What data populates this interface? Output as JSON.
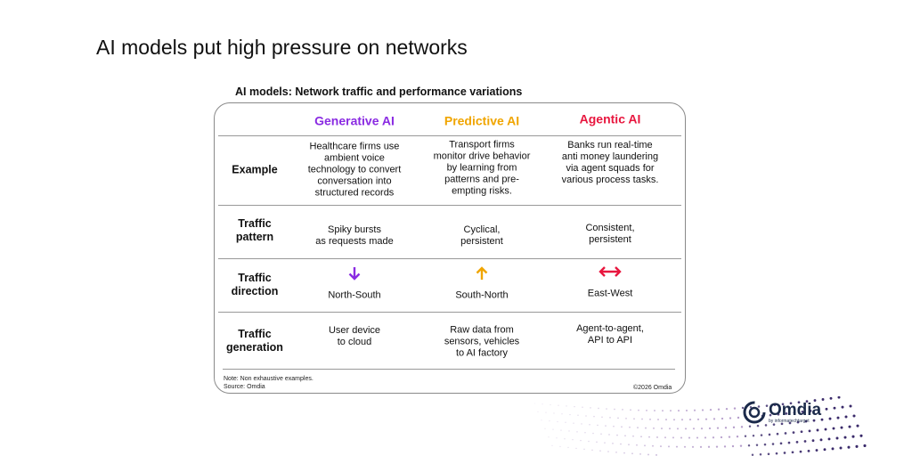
{
  "slide_title": "AI models put high pressure on networks",
  "table": {
    "title": "AI models: Network traffic and performance variations",
    "columns": [
      {
        "label": "Generative AI",
        "color": "#8a2be2"
      },
      {
        "label": "Predictive AI",
        "color": "#f0a500"
      },
      {
        "label": "Agentic AI",
        "color": "#e8173f"
      }
    ],
    "rows": [
      {
        "label": "Example",
        "cells": [
          "Healthcare firms use\nambient voice\ntechnology to convert\nconversation into\nstructured records",
          "Transport firms\nmonitor drive behavior\nby learning from\npatterns and pre-\nempting risks.",
          "Banks run real-time\nanti money laundering\nvia agent squads for\nvarious process tasks."
        ]
      },
      {
        "label": "Traffic\npattern",
        "cells": [
          "Spiky bursts\nas requests made",
          "Cyclical,\npersistent",
          "Consistent,\npersistent"
        ]
      },
      {
        "label": "Traffic\ndirection",
        "cells": [
          "North-South",
          "South-North",
          "East-West"
        ],
        "icons": [
          "arrow-down",
          "arrow-up",
          "arrow-left-right"
        ]
      },
      {
        "label": "Traffic\ngeneration",
        "cells": [
          "User device\nto cloud",
          "Raw data from\nsensors, vehicles\nto AI factory",
          "Agent-to-agent,\nAPI to API"
        ]
      }
    ],
    "note": "Note: Non exhaustive examples.",
    "source": "Source: Omdia",
    "copyright": "©2026 Omdia"
  },
  "logo": {
    "name": "Omdia",
    "tagline": "by informatechtarget",
    "color": "#1b2a4a"
  }
}
